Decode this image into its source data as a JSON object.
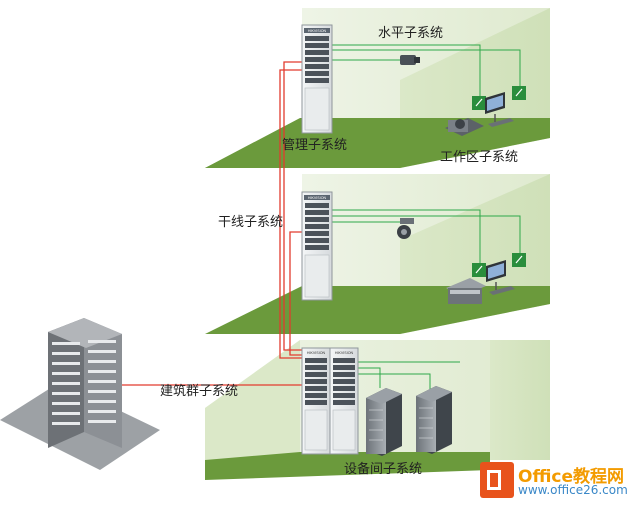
{
  "labels": {
    "horizontal": "水平子系统",
    "management": "管理子系统",
    "work_area": "工作区子系统",
    "backbone": "干线子系统",
    "campus": "建筑群子系统",
    "equipment": "设备间子系统"
  },
  "rack_brand": "HIKVISION",
  "watermark": {
    "title": "Office教程网",
    "url": "www.office26.com"
  },
  "colors": {
    "wall": "#e6efd9",
    "floor": "#6b9a3c",
    "floor_dark": "#5a8531",
    "cable_green": "#2ea84a",
    "cable_red": "#e23b2e",
    "building": "#8a8e93",
    "watermark_orange": "#f39b00",
    "watermark_blue": "#3a88c8"
  }
}
